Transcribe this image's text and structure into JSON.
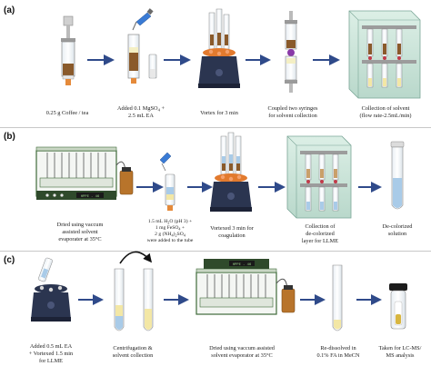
{
  "panels": [
    {
      "id": "a",
      "letter": "(a)",
      "steps": [
        {
          "text": "0.25 g Coffee / tea"
        },
        {
          "line1": "Added 0.1 MgSO",
          "sub": "4",
          "after": " +",
          "line2": "2.5 mL EA"
        },
        {
          "text": "Vortex for 3 min"
        },
        {
          "line1": "Coupled two syringes",
          "line2": "for solvent collection"
        },
        {
          "line1": "Collection of solvent",
          "line2": "(flow rate-2.5mL/min)"
        }
      ]
    },
    {
      "id": "b",
      "letter": "(b)",
      "evaporator_label": "HPPE - 46",
      "steps": [
        {
          "line1": "Dried using vaccum",
          "line2": "assisted solvent",
          "line3": "evaporater at 35°C"
        },
        {
          "line1": "1.5 mL H",
          "sub1": "2",
          "after1": "O (pH 3) +",
          "line2": "1 mg FeSO",
          "sub2": "4",
          "after2": " +",
          "line3": "2 g (NH",
          "sub3": "4",
          "after3": ")",
          "sub3b": "2",
          "after3b": "SO",
          "sub3c": "4",
          "line4": "were added to the tube"
        },
        {
          "line1": "Vortexed 3 min  for",
          "line2": "coagulation"
        },
        {
          "line1": "Collection of",
          "line2": "de-colorized",
          "line3": "layer for LLME"
        },
        {
          "line1": "De-colorized",
          "line2": "solution"
        }
      ]
    },
    {
      "id": "c",
      "letter": "(c)",
      "evaporator_label": "HPPE - 46",
      "steps": [
        {
          "line1": "Added 0.5 mL EA",
          "line2": "+ Vortexed 1.5 min",
          "line3": "for LLME"
        },
        {
          "line1": "Centrifugation &",
          "line2": "solvent collection"
        },
        {
          "line1": "Dried using vaccum assisted",
          "line2": "solvent evaporator at 35°C"
        },
        {
          "line1": "Re-dissolved in",
          "line2": "0.1% FA in MeCN"
        },
        {
          "line1": "Taken for LC-MS/",
          "line2": "MS analysis"
        }
      ]
    }
  ],
  "colors": {
    "arrow": "#2f4a8a",
    "machine_dark": "#2b3550",
    "machine_green": "#3f6b3a",
    "glass_box": "#cfe6dd",
    "sample_brown": "#8a5a2b",
    "liquid_blue": "#a9cbe8",
    "liquid_yellow": "#f3e7a5",
    "vortex_orange": "#e27a2e"
  }
}
